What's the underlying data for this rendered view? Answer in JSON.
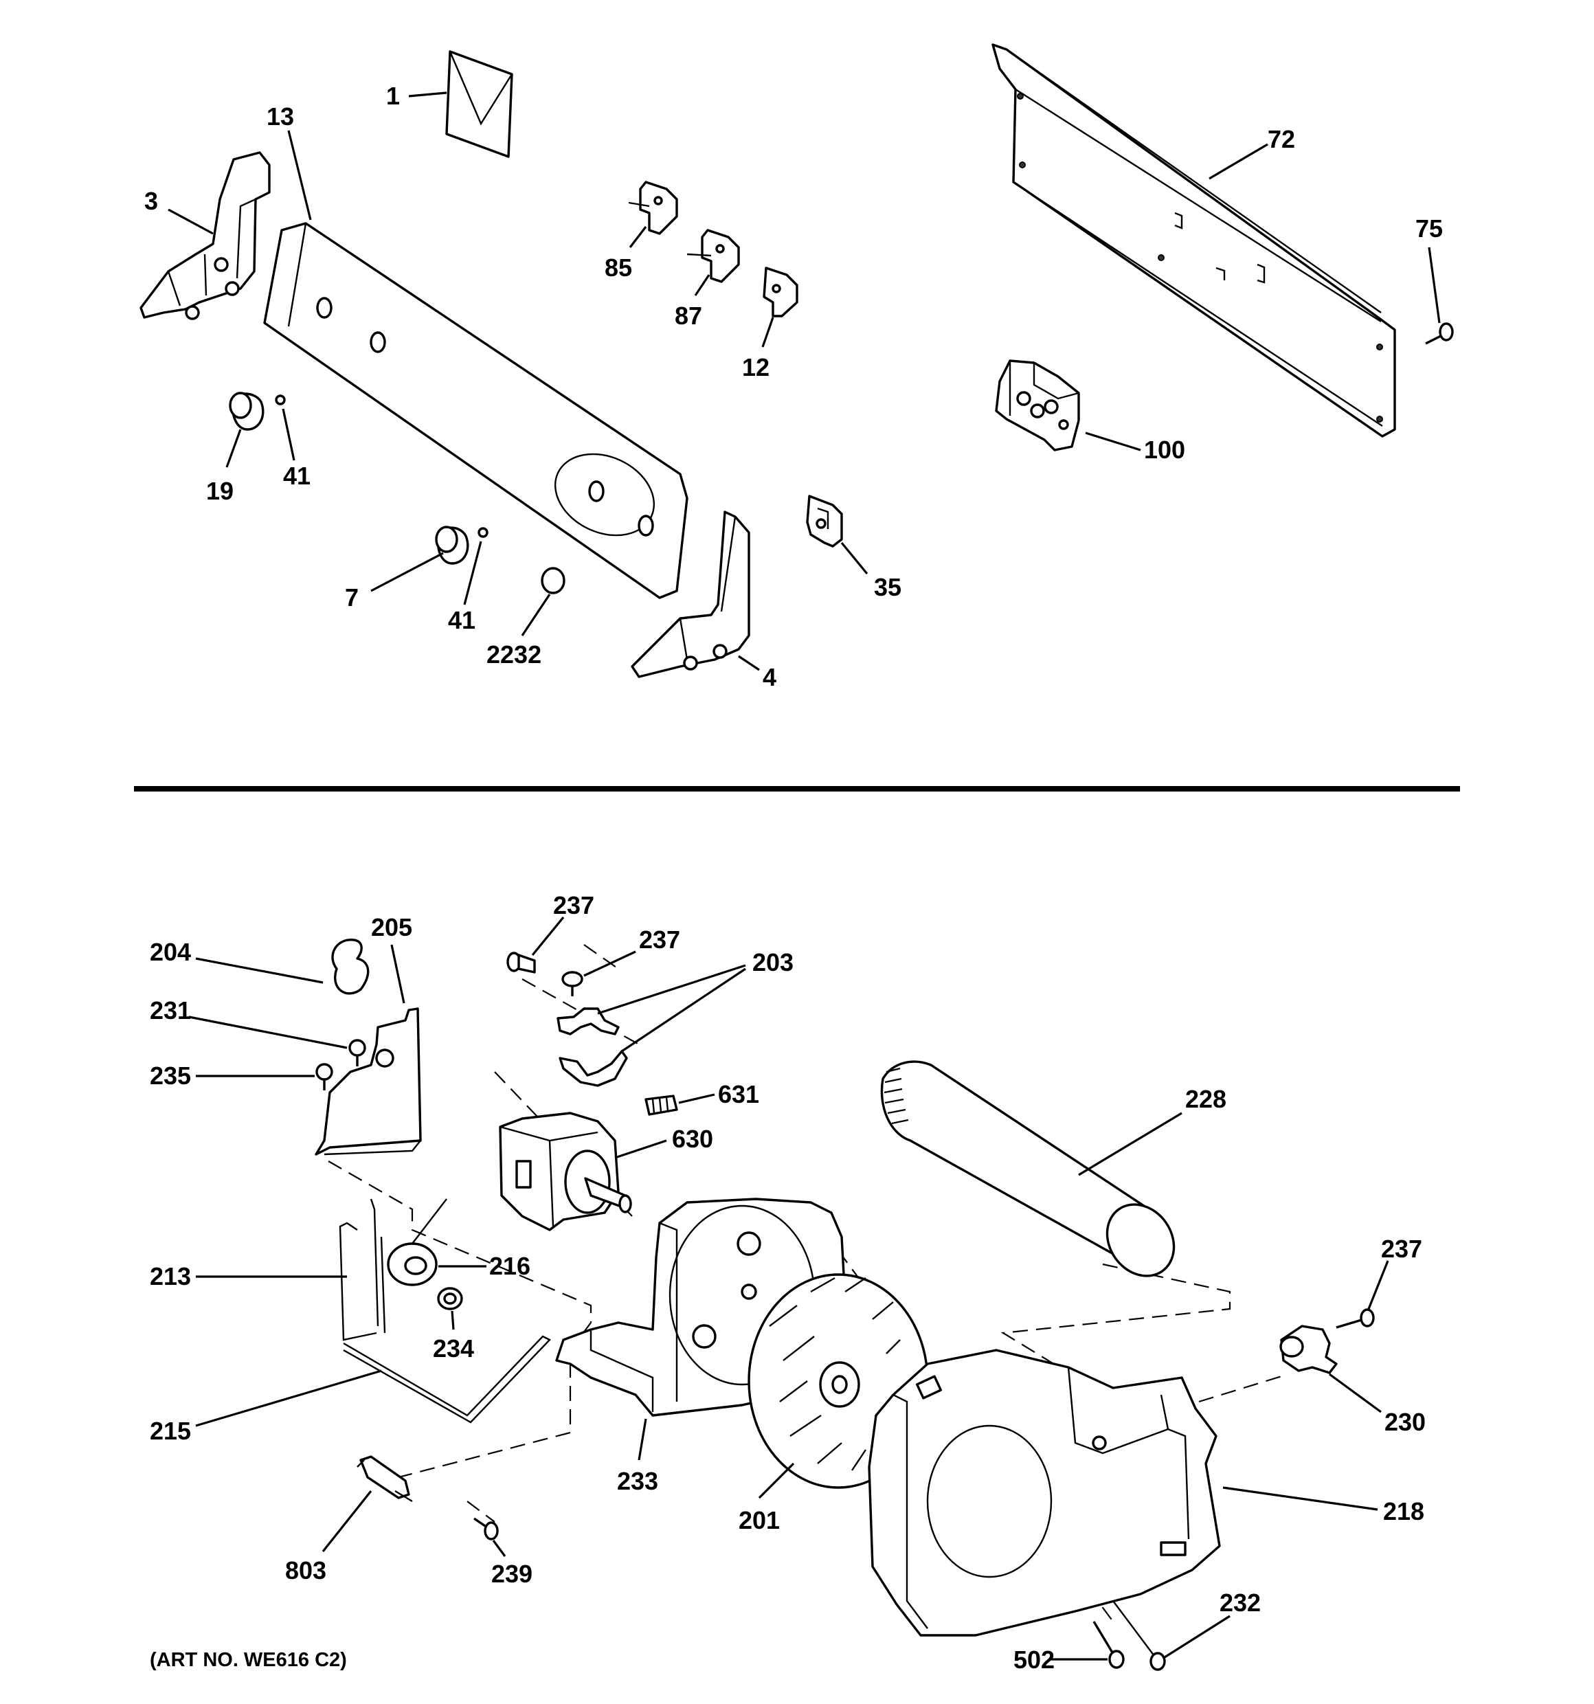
{
  "labels": {
    "l1": "1",
    "l13": "13",
    "l3": "3",
    "l85": "85",
    "l87": "87",
    "l12": "12",
    "l72": "72",
    "l75": "75",
    "l100": "100",
    "l19": "19",
    "l41a": "41",
    "l7": "7",
    "l41b": "41",
    "l2232": "2232",
    "l4": "4",
    "l35": "35",
    "l237a": "237",
    "l237b": "237",
    "l203": "203",
    "l205": "205",
    "l204": "204",
    "l231": "231",
    "l235": "235",
    "l631": "631",
    "l630": "630",
    "l228": "228",
    "l213": "213",
    "l216": "216",
    "l234": "234",
    "l215": "215",
    "l233": "233",
    "l201": "201",
    "l237c": "237",
    "l230": "230",
    "l218": "218",
    "l803": "803",
    "l239": "239",
    "l232": "232",
    "l502": "502"
  },
  "art_number": "(ART NO. WE616 C2)"
}
